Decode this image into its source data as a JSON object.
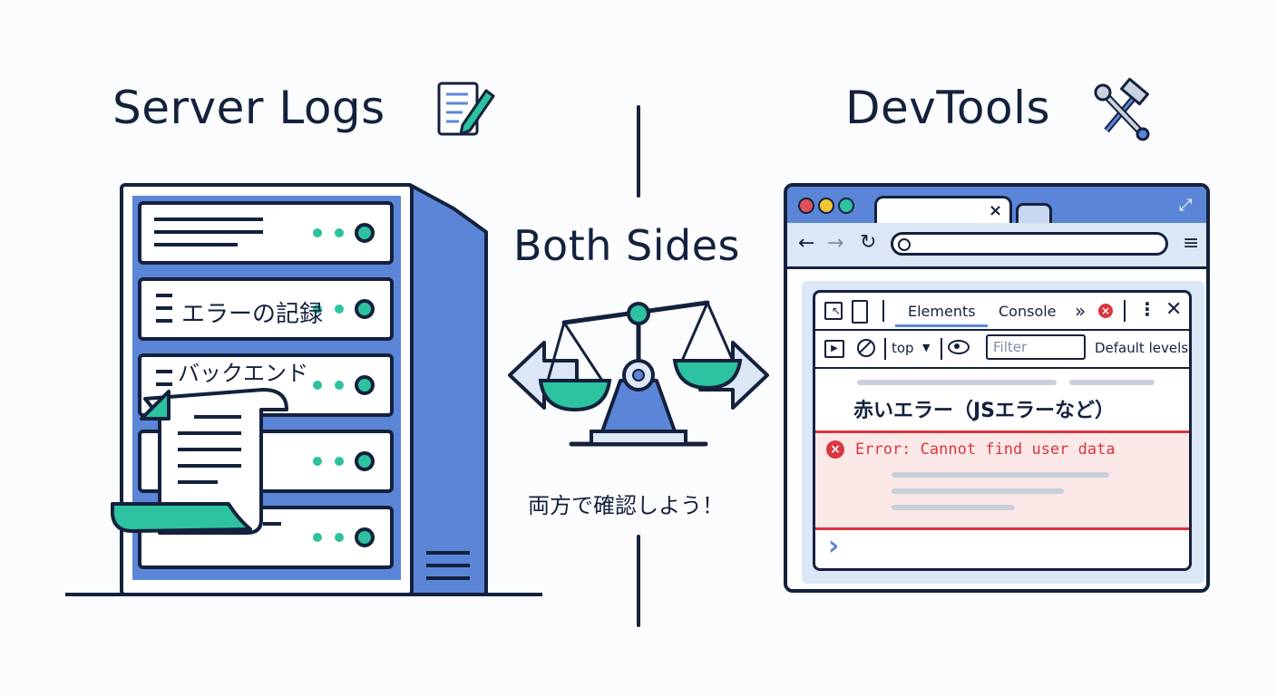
{
  "left": {
    "title": "Server Logs",
    "title_icon": "memo-pencil-icon",
    "rack_label_error": "エラーの記録",
    "rack_label_backend": "バックエンド"
  },
  "center": {
    "title": "Both Sides",
    "icon": "balance-scale-icon",
    "caption": "両方で確認しよう！"
  },
  "right": {
    "title": "DevTools",
    "title_icon": "hammer-wrench-icon",
    "tab_close": "×",
    "tabs": {
      "elements": "Elements",
      "console": "Console",
      "more": "»"
    },
    "toolbar": {
      "context": "top",
      "context_caret": "▼",
      "filter_placeholder": "Filter",
      "levels": "Default levels"
    },
    "console": {
      "annotation": "赤いエラー（JSエラーなど）",
      "error_text": "Error: Cannot find user data",
      "prompt": "›"
    }
  },
  "colors": {
    "navy": "#14213d",
    "blue": "#5b86d8",
    "light_blue": "#dbe6f7",
    "teal": "#2dc2a0",
    "red": "#d9363e",
    "error_bg": "#fde8e8"
  }
}
